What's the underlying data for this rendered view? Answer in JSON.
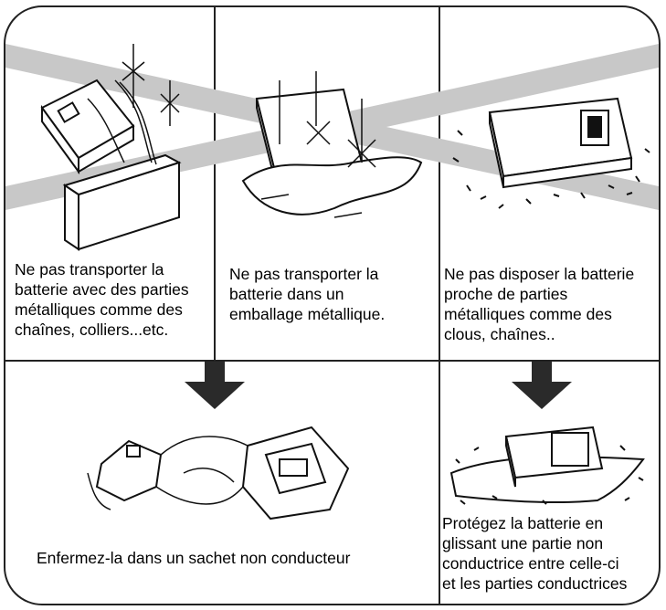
{
  "panels": {
    "top_left": {
      "caption_lines": [
        "Ne pas transporter la",
        "batterie avec des parties",
        "métalliques comme des",
        "chaînes, colliers...etc."
      ]
    },
    "top_middle": {
      "caption_lines": [
        "Ne pas transporter la",
        "batterie dans un",
        "emballage métallique."
      ]
    },
    "top_right": {
      "caption_lines": [
        "Ne pas disposer la batterie",
        "proche de parties",
        "métalliques comme des",
        "clous, chaînes.."
      ]
    },
    "bottom_left": {
      "caption_lines": [
        "Enfermez-la dans un sachet non conducteur"
      ]
    },
    "bottom_right": {
      "caption_lines": [
        "Protégez la batterie en",
        "glissant une partie non",
        "conductrice entre celle-ci",
        "et les parties conductrices"
      ]
    }
  },
  "icons": [
    "prohibition-cross",
    "down-arrow-icon",
    "battery-with-chains-illustration",
    "battery-in-metal-bag-illustration",
    "battery-near-nails-illustration",
    "battery-in-sachet-illustration",
    "battery-on-cloth-illustration"
  ]
}
